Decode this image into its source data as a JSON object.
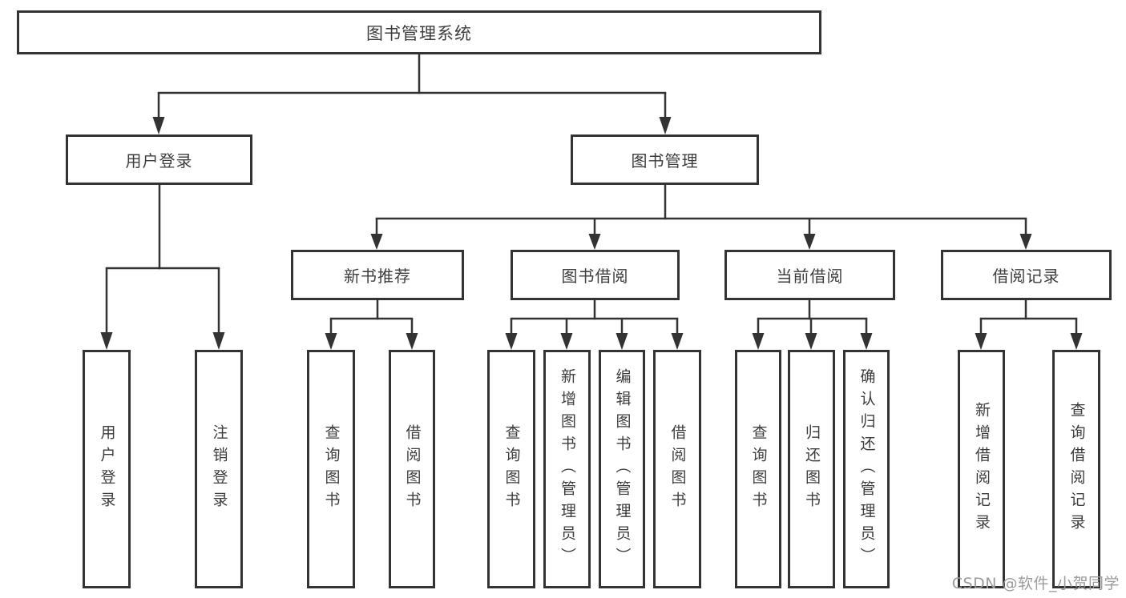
{
  "diagram": {
    "title": "图书管理系统",
    "level2": [
      {
        "label": "用户登录"
      },
      {
        "label": "图书管理"
      }
    ],
    "level3": [
      {
        "label": "新书推荐",
        "parent": "图书管理"
      },
      {
        "label": "图书借阅",
        "parent": "图书管理"
      },
      {
        "label": "当前借阅",
        "parent": "图书管理"
      },
      {
        "label": "借阅记录",
        "parent": "图书管理"
      }
    ],
    "leaves": [
      {
        "label": "用户登录",
        "parent": "用户登录"
      },
      {
        "label": "注销登录",
        "parent": "用户登录"
      },
      {
        "label": "查询图书",
        "parent": "新书推荐"
      },
      {
        "label": "借阅图书",
        "parent": "新书推荐"
      },
      {
        "label": "查询图书",
        "parent": "图书借阅"
      },
      {
        "label": "新增图书（管理员）",
        "parent": "图书借阅"
      },
      {
        "label": "编辑图书（管理员）",
        "parent": "图书借阅"
      },
      {
        "label": "借阅图书",
        "parent": "图书借阅"
      },
      {
        "label": "查询图书",
        "parent": "当前借阅"
      },
      {
        "label": "归还图书",
        "parent": "当前借阅"
      },
      {
        "label": "确认归还（管理员）",
        "parent": "当前借阅"
      },
      {
        "label": "新增借阅记录",
        "parent": "借阅记录"
      },
      {
        "label": "查询借阅记录",
        "parent": "借阅记录"
      }
    ],
    "watermark": "CSDN @软件_小贺同学",
    "colors": {
      "line": "#333333",
      "text": "#3d3d3d",
      "watermark": "#9b9b9b",
      "background": "#ffffff"
    }
  }
}
